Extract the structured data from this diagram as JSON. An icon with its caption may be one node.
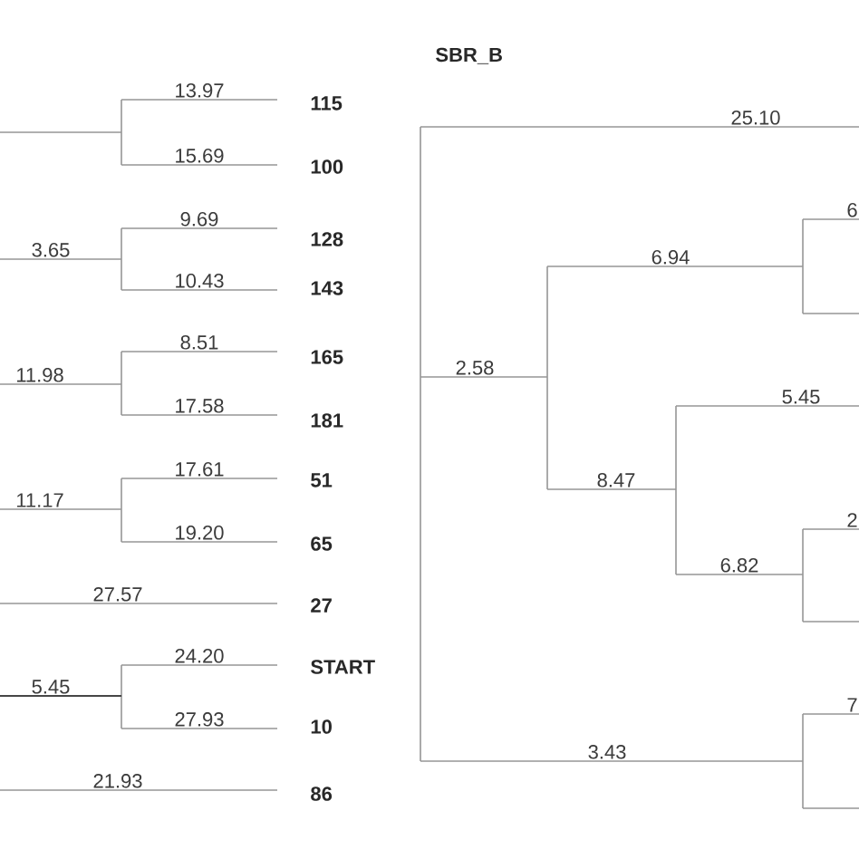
{
  "diagram": {
    "title": "SBR_B",
    "labels": [
      "13.97",
      "115",
      "15.69",
      "100",
      "9.69",
      "128",
      "3.65",
      "10.43",
      "143",
      "8.51",
      "165",
      "11.98",
      "17.58",
      "181",
      "17.61",
      "51",
      "11.17",
      "19.20",
      "65",
      "27.57",
      "27",
      "24.20",
      "START",
      "5.45",
      "27.93",
      "10",
      "21.93",
      "86",
      "25.10",
      "6",
      "6.94",
      "2.58",
      "5.45",
      "8.47",
      "2",
      "6.82",
      "7",
      "3.43"
    ]
  }
}
